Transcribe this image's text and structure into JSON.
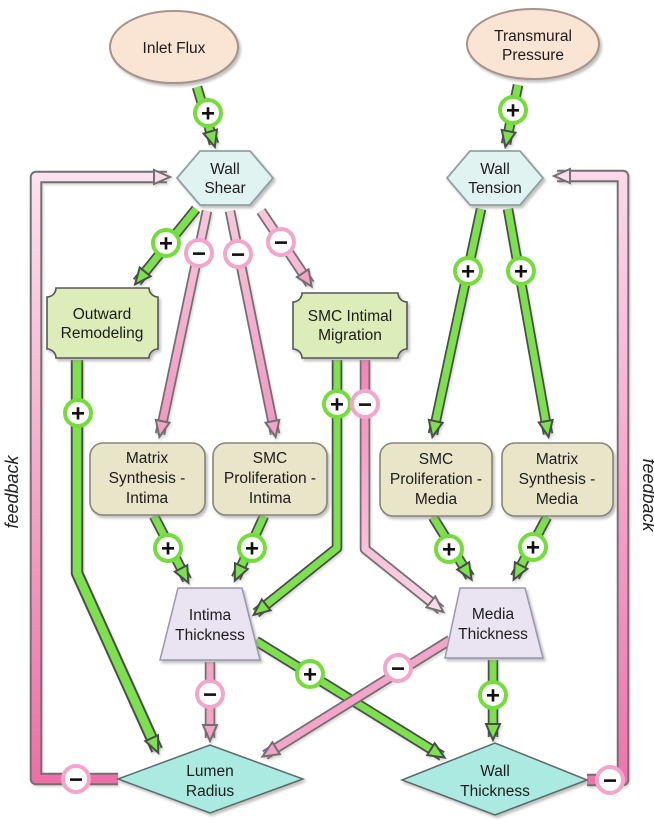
{
  "signs": {
    "plus": "+",
    "minus": "−"
  },
  "side_labels": {
    "left": "feedback",
    "right": "feedback"
  },
  "colors": {
    "positive_link_green": "#7de14f",
    "negative_link_pink": "#f5a5c9",
    "stimulus_node_fill": "#fae4d3",
    "stress_node_fill": "#e1f3f1",
    "process_node_fill": "#dcedb9",
    "synthesis_node_fill": "#e8e5c9",
    "thickness_node_fill": "#eae4f2",
    "outcome_node_fill": "#abeae1"
  },
  "nodes": {
    "inlet_flux": {
      "label": "Inlet Flux",
      "lines": [
        "Inlet Flux"
      ],
      "shape": "ellipse"
    },
    "transmural_pressure": {
      "label": "Transmural Pressure",
      "lines": [
        "Transmural",
        "Pressure"
      ],
      "shape": "ellipse"
    },
    "wall_shear": {
      "label": "Wall Shear",
      "lines": [
        "Wall",
        "Shear"
      ],
      "shape": "hexagon"
    },
    "wall_tension": {
      "label": "Wall Tension",
      "lines": [
        "Wall",
        "Tension"
      ],
      "shape": "hexagon"
    },
    "outward_remodeling": {
      "label": "Outward Remodeling",
      "lines": [
        "Outward",
        "Remodeling"
      ],
      "shape": "plaque"
    },
    "smc_intimal_migration": {
      "label": "SMC Intimal Migration",
      "lines": [
        "SMC Intimal",
        "Migration"
      ],
      "shape": "plaque"
    },
    "matrix_synthesis_intima": {
      "label": "Matrix Synthesis - Intima",
      "lines": [
        "Matrix",
        "Synthesis -",
        "Intima"
      ],
      "shape": "rounded-rect"
    },
    "smc_proliferation_intima": {
      "label": "SMC Proliferation - Intima",
      "lines": [
        "SMC",
        "Proliferation -",
        "Intima"
      ],
      "shape": "rounded-rect"
    },
    "smc_proliferation_media": {
      "label": "SMC Proliferation - Media",
      "lines": [
        "SMC",
        "Proliferation -",
        "Media"
      ],
      "shape": "rounded-rect"
    },
    "matrix_synthesis_media": {
      "label": "Matrix Synthesis - Media",
      "lines": [
        "Matrix",
        "Synthesis -",
        "Media"
      ],
      "shape": "rounded-rect"
    },
    "intima_thickness": {
      "label": "Intima Thickness",
      "lines": [
        "Intima",
        "Thickness"
      ],
      "shape": "trapezoid"
    },
    "media_thickness": {
      "label": "Media Thickness",
      "lines": [
        "Media",
        "Thickness"
      ],
      "shape": "trapezoid"
    },
    "lumen_radius": {
      "label": "Lumen Radius",
      "lines": [
        "Lumen",
        "Radius"
      ],
      "shape": "diamond"
    },
    "wall_thickness": {
      "label": "Wall Thickness",
      "lines": [
        "Wall",
        "Thickness"
      ],
      "shape": "diamond"
    }
  },
  "edges": {
    "inlet_to_shear": {
      "from": "Inlet Flux",
      "to": "Wall Shear",
      "sign": "+",
      "color": "green"
    },
    "pressure_to_tension": {
      "from": "Transmural Pressure",
      "to": "Wall Tension",
      "sign": "+",
      "color": "green"
    },
    "shear_to_remodeling": {
      "from": "Wall Shear",
      "to": "Outward Remodeling",
      "sign": "+",
      "color": "green"
    },
    "shear_to_matrix_intima": {
      "from": "Wall Shear",
      "to": "Matrix Synthesis - Intima",
      "sign": "−",
      "color": "pink"
    },
    "shear_to_prolif_intima": {
      "from": "Wall Shear",
      "to": "SMC Proliferation - Intima",
      "sign": "−",
      "color": "pink"
    },
    "shear_to_migration": {
      "from": "Wall Shear",
      "to": "SMC Intimal Migration",
      "sign": "−",
      "color": "pink"
    },
    "tension_to_prolif_media": {
      "from": "Wall Tension",
      "to": "SMC Proliferation - Media",
      "sign": "+",
      "color": "green"
    },
    "tension_to_matrix_media": {
      "from": "Wall Tension",
      "to": "Matrix Synthesis - Media",
      "sign": "+",
      "color": "green"
    },
    "remodeling_to_lumen": {
      "from": "Outward Remodeling",
      "to": "Lumen Radius",
      "sign": "+",
      "color": "green"
    },
    "matrix_intima_to_intima": {
      "from": "Matrix Synthesis - Intima",
      "to": "Intima Thickness",
      "sign": "+",
      "color": "green"
    },
    "prolif_intima_to_intima": {
      "from": "SMC Proliferation - Intima",
      "to": "Intima Thickness",
      "sign": "+",
      "color": "green"
    },
    "migration_to_intima": {
      "from": "SMC Intimal Migration",
      "to": "Intima Thickness",
      "sign": "+",
      "color": "green"
    },
    "migration_to_media": {
      "from": "SMC Intimal Migration",
      "to": "Media Thickness",
      "sign": "−",
      "color": "pink"
    },
    "prolif_media_to_media": {
      "from": "SMC Proliferation - Media",
      "to": "Media Thickness",
      "sign": "+",
      "color": "green"
    },
    "matrix_media_to_media": {
      "from": "Matrix Synthesis - Media",
      "to": "Media Thickness",
      "sign": "+",
      "color": "green"
    },
    "intima_to_lumen": {
      "from": "Intima Thickness",
      "to": "Lumen Radius",
      "sign": "−",
      "color": "pink"
    },
    "intima_to_wall": {
      "from": "Intima Thickness",
      "to": "Wall Thickness",
      "sign": "+",
      "color": "green"
    },
    "media_to_lumen": {
      "from": "Media Thickness",
      "to": "Lumen Radius",
      "sign": "−",
      "color": "pink"
    },
    "media_to_wall": {
      "from": "Media Thickness",
      "to": "Wall Thickness",
      "sign": "+",
      "color": "green"
    },
    "lumen_feedback_to_shear": {
      "from": "Lumen Radius",
      "to": "Wall Shear",
      "sign": "−",
      "color": "pink",
      "label": "feedback"
    },
    "wall_feedback_to_tension": {
      "from": "Wall Thickness",
      "to": "Wall Tension",
      "sign": "−",
      "color": "pink",
      "label": "feedback"
    }
  }
}
